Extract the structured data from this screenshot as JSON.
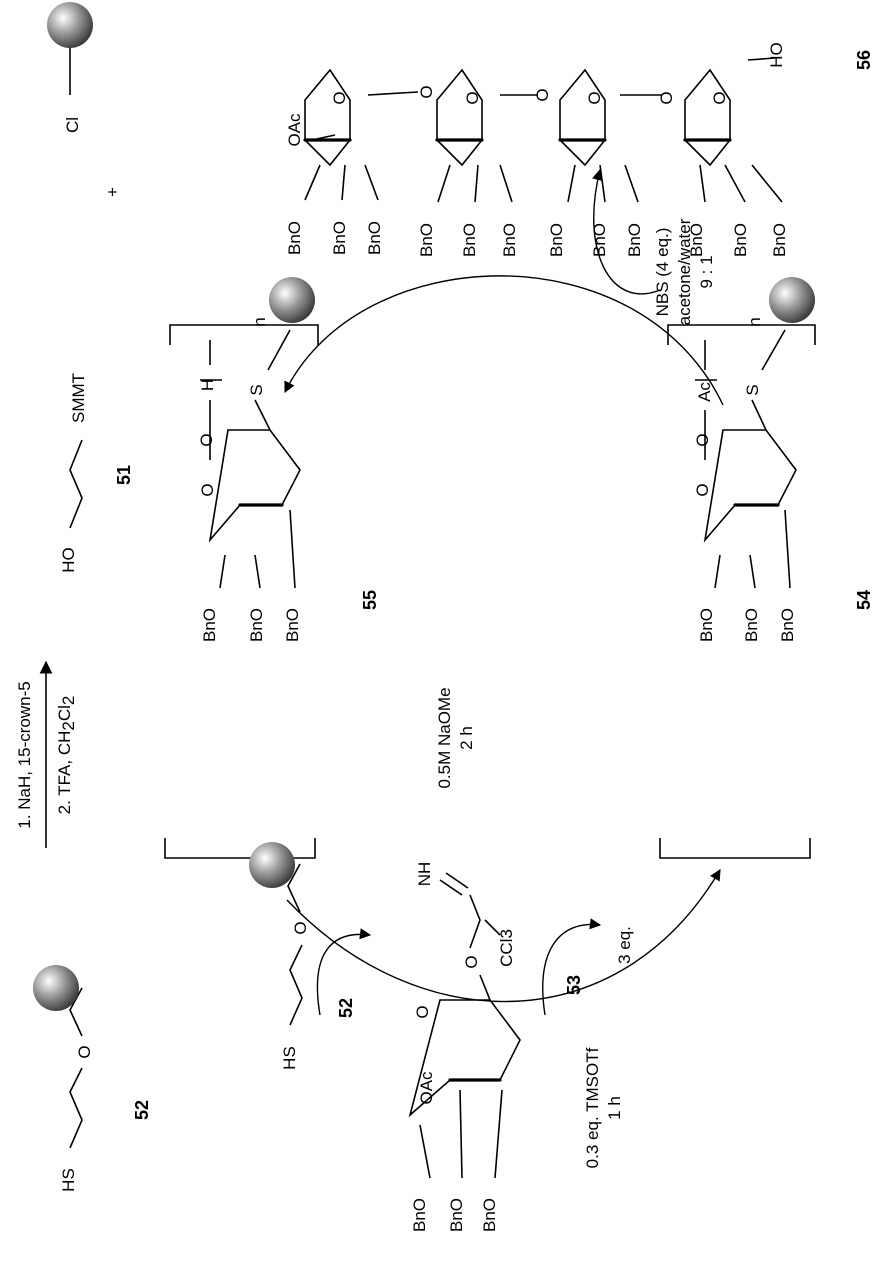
{
  "compounds": {
    "c51": "51",
    "c52a": "52",
    "c52b": "52",
    "c53": "53",
    "c54": "54",
    "c55": "55",
    "c56": "56"
  },
  "plus": "+",
  "conditions": {
    "step1_line1": "1. NaH, 15-crown-5",
    "step1_line2": "2. TFA, CH",
    "step1_sub": "2",
    "step1_end": "Cl",
    "step1_sub2": "2",
    "glyco_line1": "0.3 eq. TMSOTf",
    "glyco_line2": "1 h",
    "equiv53": "3 eq.",
    "deprot_line1": "0.5M NaOMe",
    "deprot_line2": "2 h",
    "cleave_line1": "NBS (4 eq.)",
    "cleave_line2": "acetone/water",
    "cleave_line3": "9 : 1"
  },
  "atoms": {
    "Cl": "Cl",
    "HO": "HO",
    "SMMT": "SMMT",
    "HS": "HS",
    "O": "O",
    "OAc": "OAc",
    "BnO": "BnO",
    "NH": "NH",
    "CCl3": "CCl3",
    "S": "S",
    "H": "H",
    "Ac": "Ac",
    "n": "n"
  },
  "colors": {
    "bead_light": "#ffffff",
    "bead_dark": "#2a2a2a",
    "ink": "#000000"
  }
}
